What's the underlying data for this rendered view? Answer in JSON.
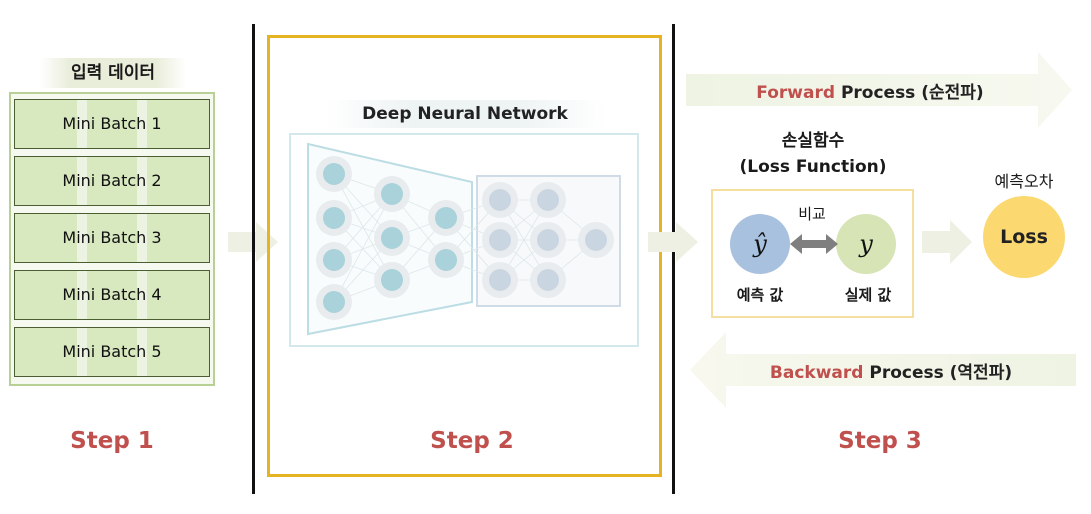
{
  "step1": {
    "title": "입력 데이터",
    "batches": [
      "Mini Batch 1",
      "Mini Batch 2",
      "Mini Batch 3",
      "Mini Batch 4",
      "Mini Batch 5"
    ],
    "step_label": "Step 1"
  },
  "step2": {
    "title": "Deep Neural Network",
    "step_label": "Step 2"
  },
  "step3": {
    "forward": {
      "accent": "Forward",
      "rest": "Process (순전파)"
    },
    "backward": {
      "accent": "Backward",
      "rest": "Process (역전파)"
    },
    "loss_function_title_kr": "손실함수",
    "loss_function_title_en": "(Loss Function)",
    "compare_label": "비교",
    "pred_symbol": "ŷ",
    "true_symbol": "y",
    "pred_label": "예측 값",
    "true_label": "실제 값",
    "error_label": "예측오차",
    "loss_label": "Loss",
    "step_label": "Step 3"
  },
  "colors": {
    "accent_red": "#c0504d",
    "batch_green": "#d8e8bf",
    "frame_yellow": "#e6b422",
    "pred_circle": "#a8c1df",
    "true_circle": "#d6e4b6",
    "loss_circle": "#fbd970"
  }
}
